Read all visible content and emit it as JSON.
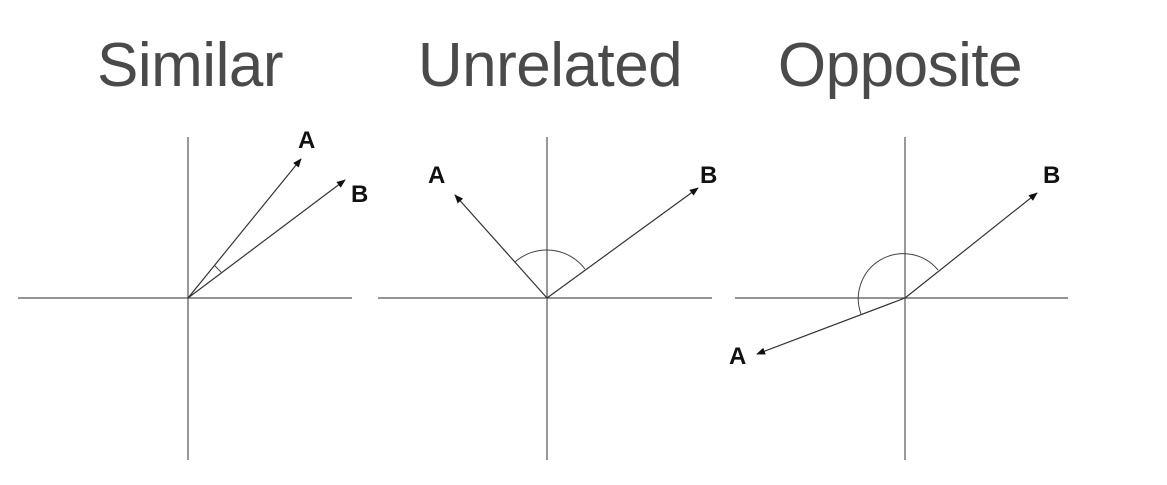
{
  "panels": [
    {
      "title": "Similar",
      "vector_a_label": "A",
      "vector_b_label": "B"
    },
    {
      "title": "Unrelated",
      "vector_a_label": "A",
      "vector_b_label": "B"
    },
    {
      "title": "Opposite",
      "vector_a_label": "A",
      "vector_b_label": "B"
    }
  ]
}
